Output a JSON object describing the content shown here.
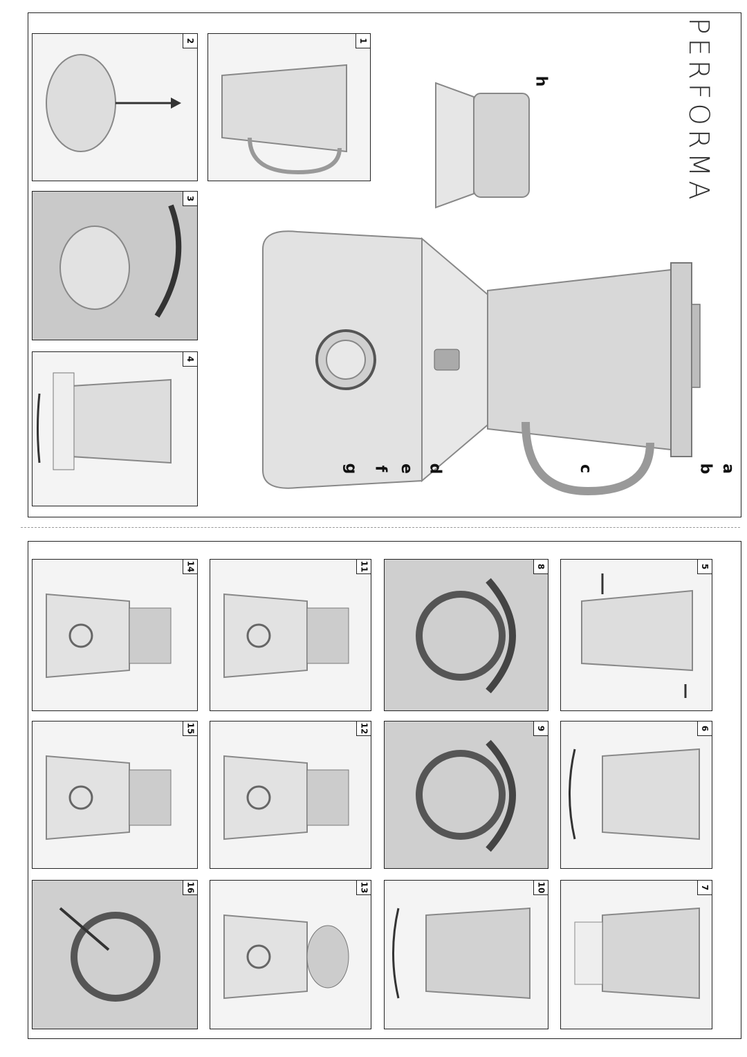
{
  "brand": "PERFORMA",
  "part_labels": [
    "a",
    "b",
    "c",
    "d",
    "e",
    "f",
    "g",
    "h"
  ],
  "steps": [
    "1",
    "2",
    "3",
    "4",
    "5",
    "6",
    "7",
    "8",
    "9",
    "10",
    "11",
    "12",
    "13",
    "14",
    "15",
    "16"
  ]
}
